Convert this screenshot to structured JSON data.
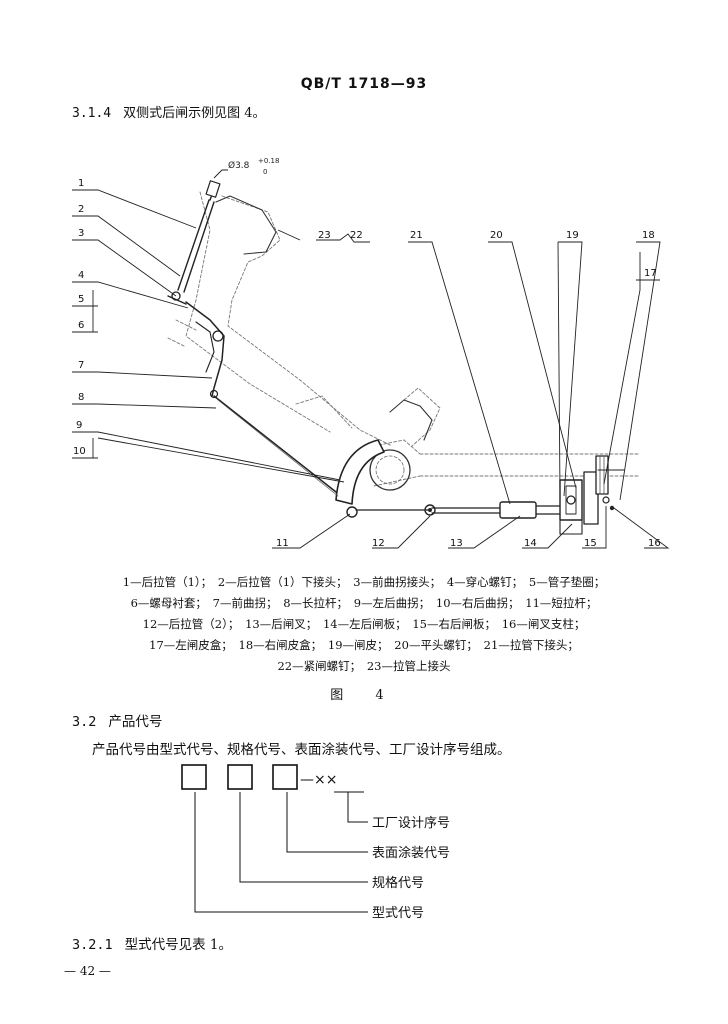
{
  "header": {
    "standard_no": "QB/T 1718—93"
  },
  "section_314": {
    "number": "3.1.4",
    "text": "双侧式后闸示例见图 4。"
  },
  "figure": {
    "tolerance": {
      "main": "Ø3.8",
      "upper": "+0.18",
      "lower": "0"
    },
    "left_labels": [
      "1",
      "2",
      "3",
      "4",
      "5",
      "6",
      "7",
      "8",
      "9",
      "10"
    ],
    "top_labels": [
      "23",
      "22",
      "21",
      "20",
      "19",
      "18",
      "17"
    ],
    "bottom_labels": [
      "11",
      "12",
      "13",
      "14",
      "15",
      "16"
    ],
    "legend": [
      "1—后拉管（1）；　2—后拉管（1）下接头；　3—前曲拐接头；　4—穿心螺钉；　5—管子垫圈；",
      "6—螺母衬套；　7—前曲拐；　8—长拉杆；　9—左后曲拐；　10—右后曲拐；　11—短拉杆；",
      "12—后拉管（2）；　13—后闸叉；　14—左后闸板；　15—右后闸板；　16—闸叉支柱；",
      "17—左闸皮盒；　18—右闸皮盒；　19—闸皮；　20—平头螺钉；　21—拉管下接头；",
      "22—紧闸螺钉；　23—拉管上接头"
    ],
    "caption": "图 4"
  },
  "section_32": {
    "number": "3.2",
    "title": "产品代号",
    "body": "产品代号由型式代号、规格代号、表面涂装代号、工厂设计序号组成。"
  },
  "code_diagram": {
    "suffix": "—××",
    "labels": [
      "工厂设计序号",
      "表面涂装代号",
      "规格代号",
      "型式代号"
    ]
  },
  "section_321": {
    "number": "3.2.1",
    "text": "型式代号见表 1。"
  },
  "page_number": "— 42 —"
}
